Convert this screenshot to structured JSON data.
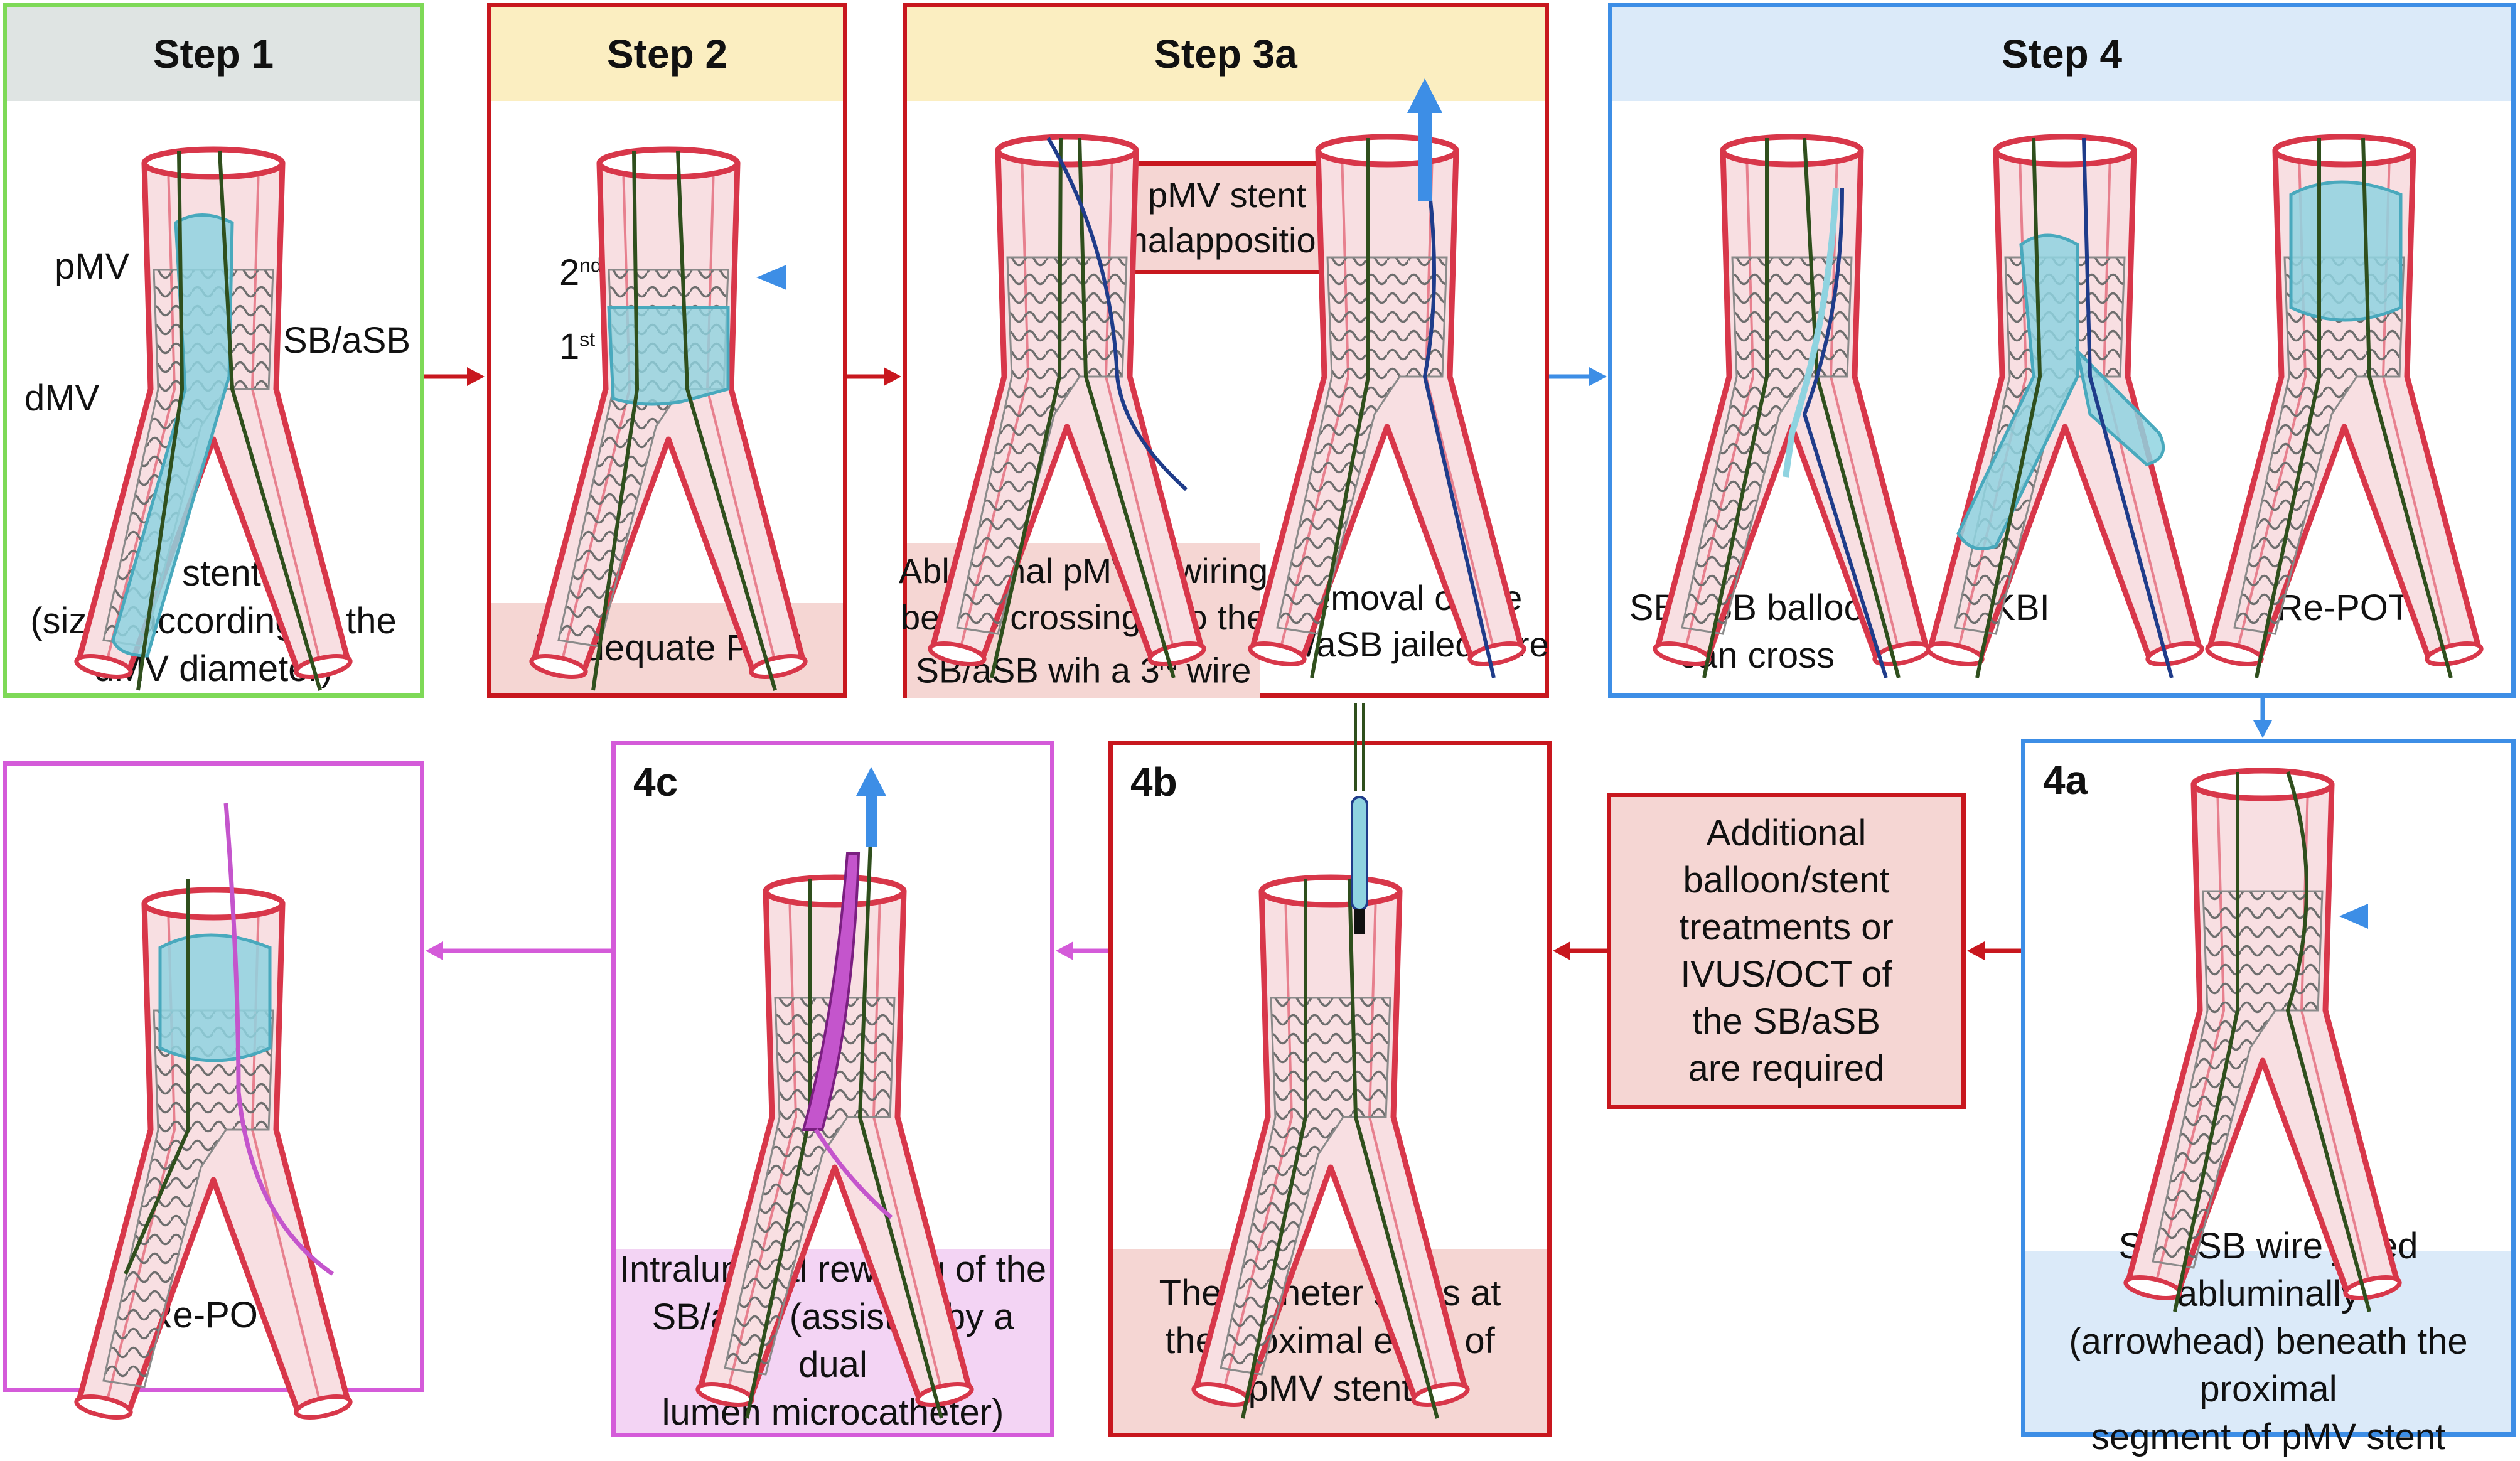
{
  "colors": {
    "step1_border": "#7ed957",
    "step1_header": "#dfe4e3",
    "red_border": "#c8171e",
    "step2_header": "#fbeec1",
    "step3_header": "#fbeec1",
    "red_caption_bg": "#f5d6d3",
    "blue_border": "#3d8ee6",
    "blue_header": "#dbeaf9",
    "blue_caption_bg": "#dbeaf9",
    "purple_border": "#d45bd9",
    "purple_caption_bg": "#f3d4f4",
    "vessel_outline": "#d8374a",
    "vessel_fill": "#f8dfe2",
    "balloon": "#8fd3e0",
    "wire_green": "#2f4f1d",
    "wire_blue": "#1f3c8a",
    "arrow_blue": "#3d8ee6"
  },
  "step1": {
    "title": "Step 1",
    "labels": {
      "pmv": "pMV",
      "dmv": "dMV",
      "sb": "SB/aSB"
    },
    "caption_line1": "MV stenting",
    "caption_line2": "(sized according to the",
    "caption_line3": "dMV diameter)"
  },
  "step2": {
    "title": "Step 2",
    "label_2nd": "2",
    "label_2nd_sup": "nd",
    "label_1st": "1",
    "label_1st_sup": "st",
    "caption": "Inadequate POT"
  },
  "step3a": {
    "title": "Step 3a",
    "malapposition_line1": "pMV stent",
    "malapposition_line2": "malapposition",
    "caption_left_line1": "Abluminal pMV rewiring",
    "caption_left_line2": "before crossing into the",
    "caption_left_line3_a": "SB/aSB wih a 3",
    "caption_left_line3_sup": "rd",
    "caption_left_line3_b": " wire",
    "caption_right_line1": "Removal of the",
    "caption_right_line2": "SB/aSB jailed wire"
  },
  "step4": {
    "title": "Step 4",
    "caption_a_line1": "SB/aSB balloon",
    "caption_a_line2": "can cross",
    "caption_b": "KBI",
    "caption_c": "Re-POT"
  },
  "step4a": {
    "title": "4a",
    "caption_line1": "SB/aSB wire jailed abluminally",
    "caption_line2": "(arrowhead) beneath the proximal",
    "caption_line3": "segment of pMV stent"
  },
  "additional": {
    "line1": "Additional",
    "line2": "balloon/stent",
    "line3": "treatments or",
    "line4": "IVUS/OCT of",
    "line5": "the SB/aSB",
    "line6": "are required"
  },
  "step4b": {
    "title": "4b",
    "caption_line1": "The catheter stops at",
    "caption_line2": "the proximal edge of",
    "caption_line3": "pMV stent"
  },
  "step4c": {
    "title": "4c",
    "caption_line1": "Intraluminal rewiring of the",
    "caption_line2": "SB/aSB (assisted by a dual",
    "caption_line3": "lumen microcatheter)"
  },
  "final": {
    "caption": "Re-POT"
  }
}
